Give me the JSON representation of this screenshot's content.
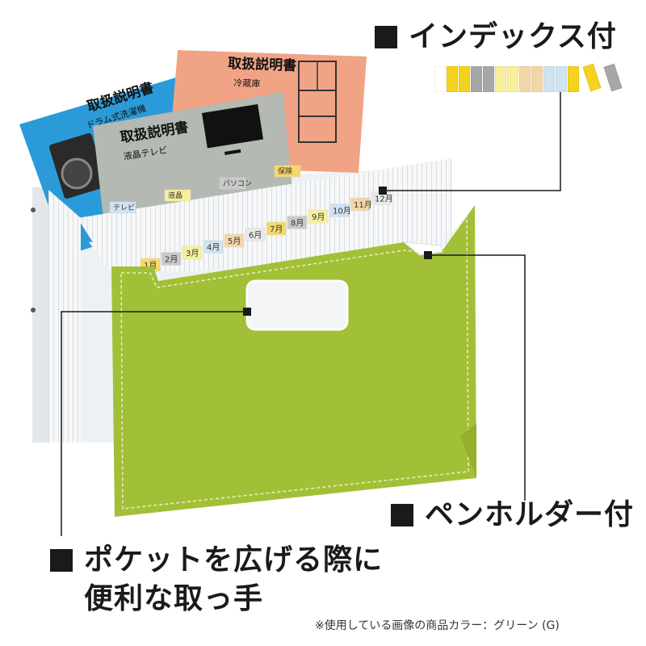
{
  "callouts": {
    "index": "インデックス付",
    "pen_holder": "ペンホルダー付",
    "handle_line1": "ポケットを広げる際に",
    "handle_line2": "便利な取っ手"
  },
  "footnote": "※使用している画像の商品カラー：グリーン (G)",
  "manuals": {
    "washer_title": "取扱説明書",
    "washer_sub": "ドラム式洗濯機",
    "fridge_title": "取扱説明書",
    "fridge_sub": "冷蔵庫",
    "tv_title": "取扱説明書",
    "tv_sub": "液晶テレビ"
  },
  "tabs_back": [
    "保険",
    "パソコン",
    "液晶",
    "テレビ"
  ],
  "tabs_front": [
    "1月",
    "2月",
    "3月",
    "4月",
    "5月",
    "6月",
    "7月",
    "8月",
    "9月",
    "10月",
    "11月",
    "12月"
  ],
  "index_swatch_colors": [
    "#ffffff",
    "#f4d21e",
    "#f4d21e",
    "#a7a7a7",
    "#a7a7a7",
    "#f7ef9a",
    "#f7ef9a",
    "#f2d6a8",
    "#f2d6a8",
    "#cfe3f0",
    "#cfe3f0",
    "#f4d21e",
    "#f4d21e",
    "#a7a7a7"
  ],
  "colors": {
    "folder_green": "#a2c037",
    "dark_text": "#1a1a1a"
  }
}
